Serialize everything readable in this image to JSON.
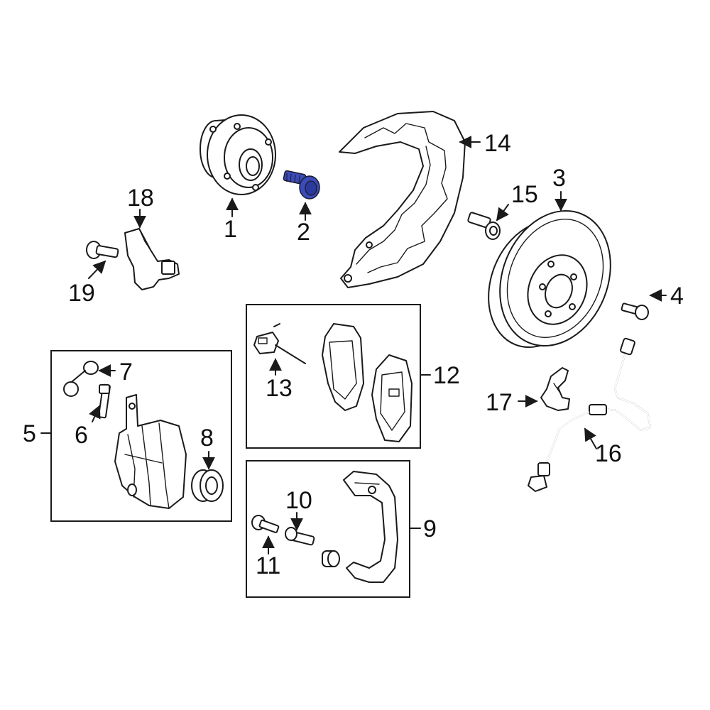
{
  "diagram": {
    "callouts": {
      "c1": "1",
      "c2": "2",
      "c3": "3",
      "c4": "4",
      "c5": "5",
      "c6": "6",
      "c7": "7",
      "c8": "8",
      "c9": "9",
      "c10": "10",
      "c11": "11",
      "c12": "12",
      "c13": "13",
      "c14": "14",
      "c15": "15",
      "c16": "16",
      "c17": "17",
      "c18": "18",
      "c19": "19"
    },
    "highlight_color": "#3b4bb8",
    "line_color": "#1a1a1a"
  }
}
